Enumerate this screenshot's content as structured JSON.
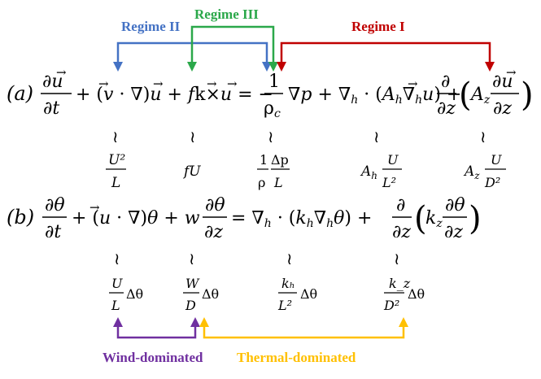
{
  "regimes": {
    "regime_2": {
      "label": "Regime II",
      "color": "#4472C4"
    },
    "regime_3": {
      "label": "Regime III",
      "color": "#2BA84A"
    },
    "regime_1": {
      "label": "Regime I",
      "color": "#C00000"
    }
  },
  "regimes_b": {
    "wind": {
      "label": "Wind-dominated",
      "color": "#7030A0"
    },
    "thermal": {
      "label": "Thermal-dominated",
      "color": "#FFC000"
    }
  },
  "equation_a": {
    "tag": "(a)",
    "scales": {
      "advection": {
        "num": "U²",
        "den": "L"
      },
      "coriolis": "fU",
      "pressure": {
        "c_num": "1",
        "c_den": "ρ",
        "num": "Δp",
        "den": "L"
      },
      "hdiff": {
        "coef": "A",
        "coef_sub": "h",
        "num": "U",
        "den": "L²"
      },
      "vdiff": {
        "coef": "A",
        "coef_sub": "z",
        "num": "U",
        "den": "D²"
      }
    }
  },
  "equation_b": {
    "tag": "(b)",
    "scales": {
      "advection": {
        "num": "U",
        "den": "L",
        "tail": "Δθ"
      },
      "vertical": {
        "num": "W",
        "den": "D",
        "tail": "Δθ"
      },
      "hdiff": {
        "num": "kₕ",
        "den": "L²",
        "tail": "Δθ"
      },
      "vdiff": {
        "num": "k_z",
        "den": "D²",
        "tail": "Δθ"
      }
    }
  }
}
